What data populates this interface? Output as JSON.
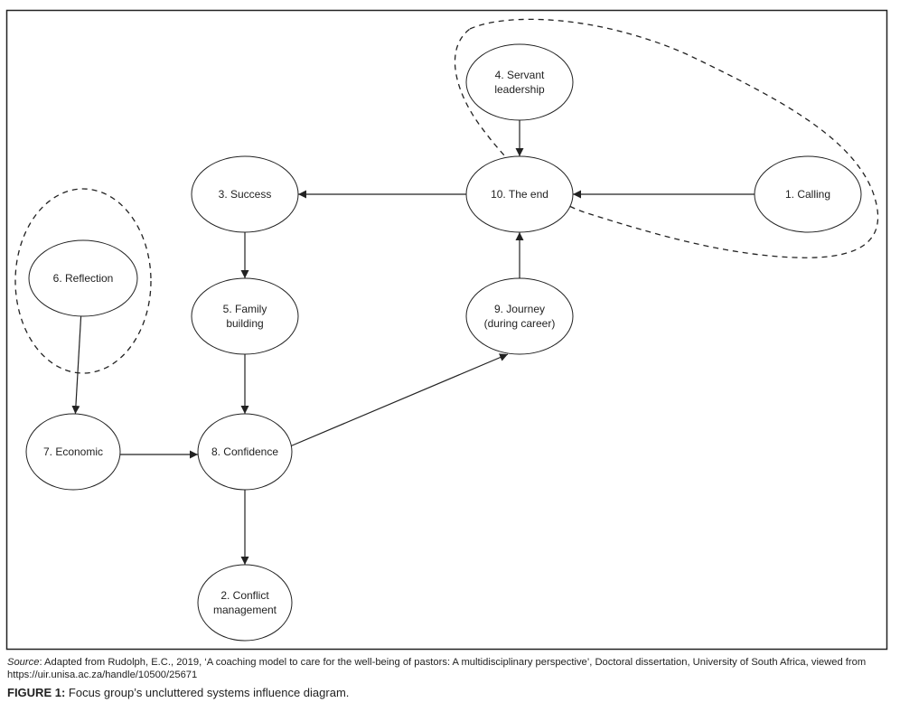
{
  "figure": {
    "nodes": [
      {
        "id": "n1",
        "lines": [
          "1. Calling"
        ]
      },
      {
        "id": "n2",
        "lines": [
          "2. Conflict",
          "management"
        ]
      },
      {
        "id": "n3",
        "lines": [
          "3. Success"
        ]
      },
      {
        "id": "n4",
        "lines": [
          "4. Servant",
          "leadership"
        ]
      },
      {
        "id": "n5",
        "lines": [
          "5. Family",
          "building"
        ]
      },
      {
        "id": "n6",
        "lines": [
          "6. Reflection"
        ]
      },
      {
        "id": "n7",
        "lines": [
          "7. Economic"
        ]
      },
      {
        "id": "n8",
        "lines": [
          "8. Confidence"
        ]
      },
      {
        "id": "n9",
        "lines": [
          "9. Journey",
          "(during career)"
        ]
      },
      {
        "id": "n10",
        "lines": [
          "10. The end"
        ]
      }
    ],
    "edges": [
      {
        "from": "n4",
        "to": "n10"
      },
      {
        "from": "n1",
        "to": "n10"
      },
      {
        "from": "n10",
        "to": "n3"
      },
      {
        "from": "n3",
        "to": "n5"
      },
      {
        "from": "n5",
        "to": "n8"
      },
      {
        "from": "n6",
        "to": "n7"
      },
      {
        "from": "n7",
        "to": "n8"
      },
      {
        "from": "n8",
        "to": "n2"
      },
      {
        "from": "n8",
        "to": "n9"
      },
      {
        "from": "n9",
        "to": "n10"
      }
    ],
    "groups": [
      {
        "id": "g-reflection",
        "members": [
          "n6"
        ],
        "style": "dashed"
      },
      {
        "id": "g-calling",
        "members": [
          "n4",
          "n10",
          "n1"
        ],
        "style": "dashed"
      }
    ]
  },
  "source": {
    "label": "Source",
    "text": ": Adapted from Rudolph, E.C., 2019, ‘A coaching model to care for the well-being of pastors: A multidisciplinary perspective’, Doctoral dissertation, University of South Africa, viewed from https://uir.unisa.ac.za/handle/10500/25671"
  },
  "caption": {
    "label": "FIGURE 1:",
    "text": " Focus group’s uncluttered systems influence diagram."
  }
}
